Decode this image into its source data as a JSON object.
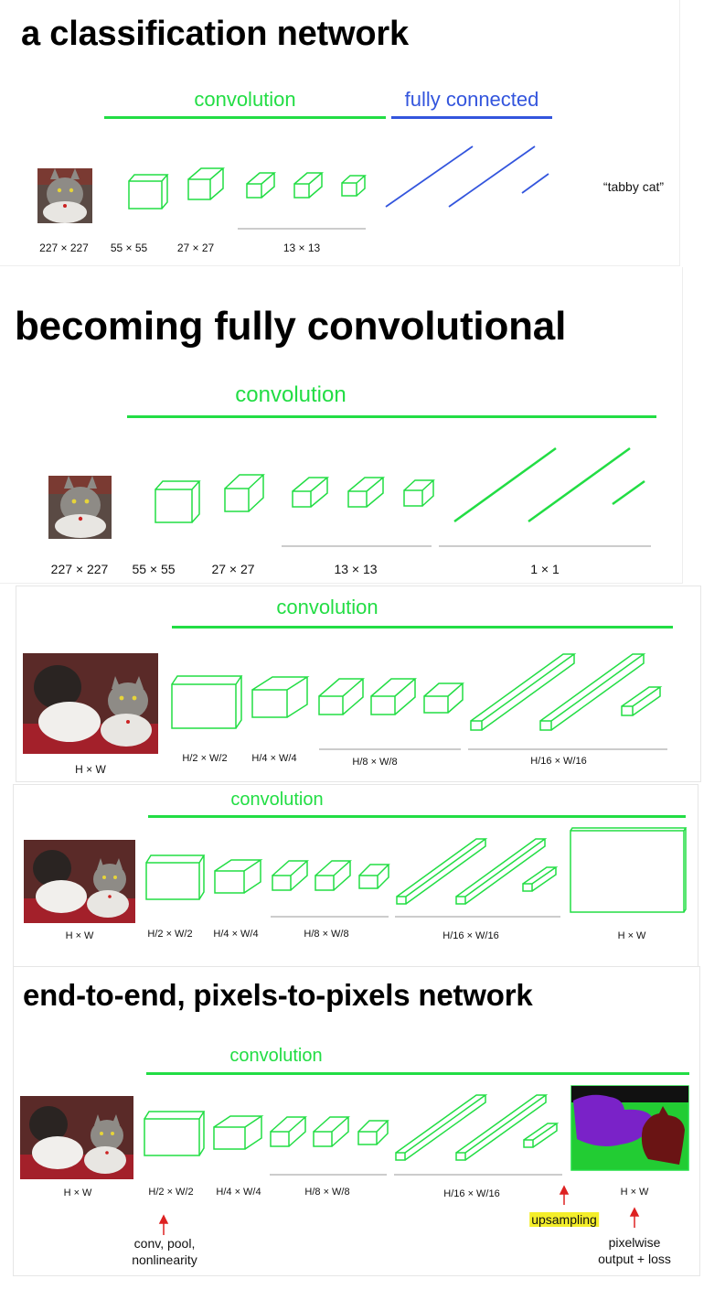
{
  "panel1": {
    "title": "a classification network",
    "conv_label": "convolution",
    "fc_label": "fully connected",
    "output_label": "“tabby cat”",
    "sizes": [
      "227 × 227",
      "55 × 55",
      "27 × 27",
      "13 × 13"
    ]
  },
  "panel2": {
    "title": "becoming fully convolutional",
    "conv_label": "convolution",
    "sizes": [
      "227 × 227",
      "55 × 55",
      "27 × 27",
      "13 × 13",
      "1 × 1"
    ]
  },
  "panel3": {
    "conv_label": "convolution",
    "sizes": [
      "H × W",
      "H/2 × W/2",
      "H/4 × W/4",
      "H/8 × W/8",
      "H/16 × W/16"
    ]
  },
  "panel4": {
    "conv_label": "convolution",
    "sizes": [
      "H × W",
      "H/2 × W/2",
      "H/4 × W/4",
      "H/8 × W/8",
      "H/16 × W/16",
      "H × W"
    ]
  },
  "panel5": {
    "title": "end-to-end, pixels-to-pixels network",
    "conv_label": "convolution",
    "sizes": [
      "H × W",
      "H/2 × W/2",
      "H/4 × W/4",
      "H/8 × W/8",
      "H/16 × W/16",
      "H × W"
    ],
    "note_conv": [
      "conv, pool,",
      "nonlinearity"
    ],
    "note_upsampling": "upsampling",
    "note_output": [
      "pixelwise",
      "output + loss"
    ]
  },
  "colors": {
    "green": "#22dd44",
    "blue": "#3355dd",
    "gray": "#999999",
    "red_arrow": "#dd2222",
    "highlight": "#f4ee2a"
  }
}
